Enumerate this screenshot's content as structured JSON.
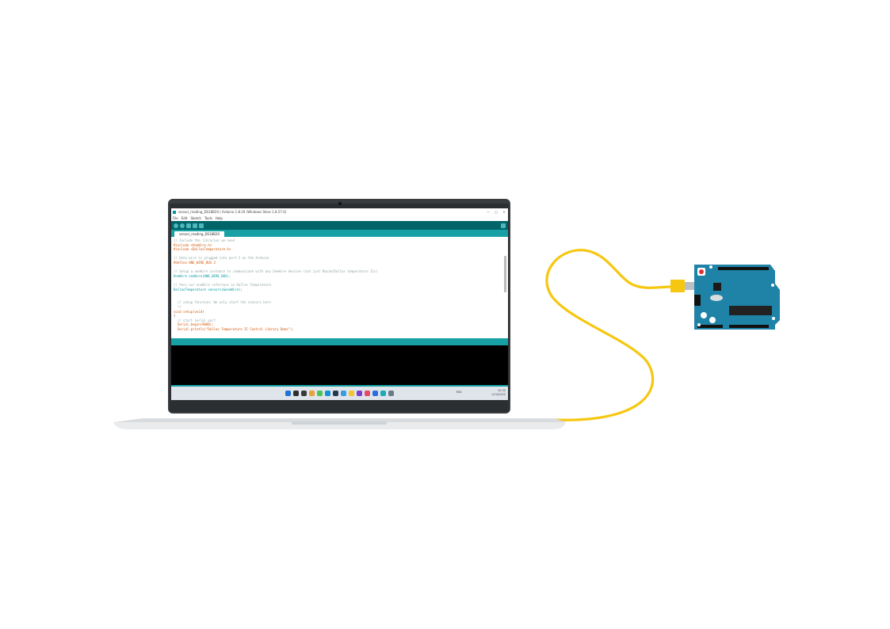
{
  "laptop": {
    "ide_window": {
      "title": "sensor_reading_DS18B20 | Arduino 1.8.19 (Windows Store 1.8.57.0)",
      "window_controls": [
        "—",
        "□",
        "✕"
      ],
      "menu": [
        "File",
        "Edit",
        "Sketch",
        "Tools",
        "Help"
      ],
      "tab_label": "sensor_reading_DS18B20",
      "code_lines": [
        {
          "text": "// Include the libraries we need",
          "kind": "comment"
        },
        {
          "text": "#include <OneWire.h>",
          "kind": "keyword"
        },
        {
          "text": "#include <DallasTemperature.h>",
          "kind": "keyword"
        },
        {
          "text": "",
          "kind": "plain"
        },
        {
          "text": "// Data wire is plugged into port 2 on the Arduino",
          "kind": "comment"
        },
        {
          "text": "#define ONE_WIRE_BUS 2",
          "kind": "keyword"
        },
        {
          "text": "",
          "kind": "plain"
        },
        {
          "text": "// Setup a oneWire instance to communicate with any OneWire devices (not just Maxim/Dallas temperature ICs)",
          "kind": "comment"
        },
        {
          "text": "OneWire oneWire(ONE_WIRE_BUS);",
          "kind": "type"
        },
        {
          "text": "",
          "kind": "plain"
        },
        {
          "text": "// Pass our oneWire reference to Dallas Temperature.",
          "kind": "comment"
        },
        {
          "text": "DallasTemperature sensors(&oneWire);",
          "kind": "type"
        },
        {
          "text": "",
          "kind": "plain"
        },
        {
          "text": "",
          "kind": "plain"
        },
        {
          "text": "  // setup function: We only start the sensors here",
          "kind": "comment"
        },
        {
          "text": "  */",
          "kind": "comment"
        },
        {
          "text": "void setup(void)",
          "kind": "keyword"
        },
        {
          "text": "{",
          "kind": "plain"
        },
        {
          "text": "  // start serial port",
          "kind": "comment"
        },
        {
          "text": "  Serial.begin(9600);",
          "kind": "keyword"
        },
        {
          "text": "  Serial.println(\"Dallas Temperature IC Control Library Demo\");",
          "kind": "keyword"
        }
      ]
    },
    "taskbar": {
      "app_icon_colors": [
        "#1e73d6",
        "#2f2f2f",
        "#3a3a3a",
        "#e8a23a",
        "#4cc25b",
        "#1a8fd8",
        "#243a52",
        "#3b9be0",
        "#f4c430",
        "#7a3fd1",
        "#e34b6a",
        "#2b6de0",
        "#1fa9b8",
        "#6a7b88"
      ],
      "tray_language": "ENG",
      "tray_time": "10:32",
      "tray_date": "1/14/2022"
    }
  },
  "cable": {
    "color": "#f6c710"
  },
  "board": {
    "color": "#1f83a8"
  }
}
